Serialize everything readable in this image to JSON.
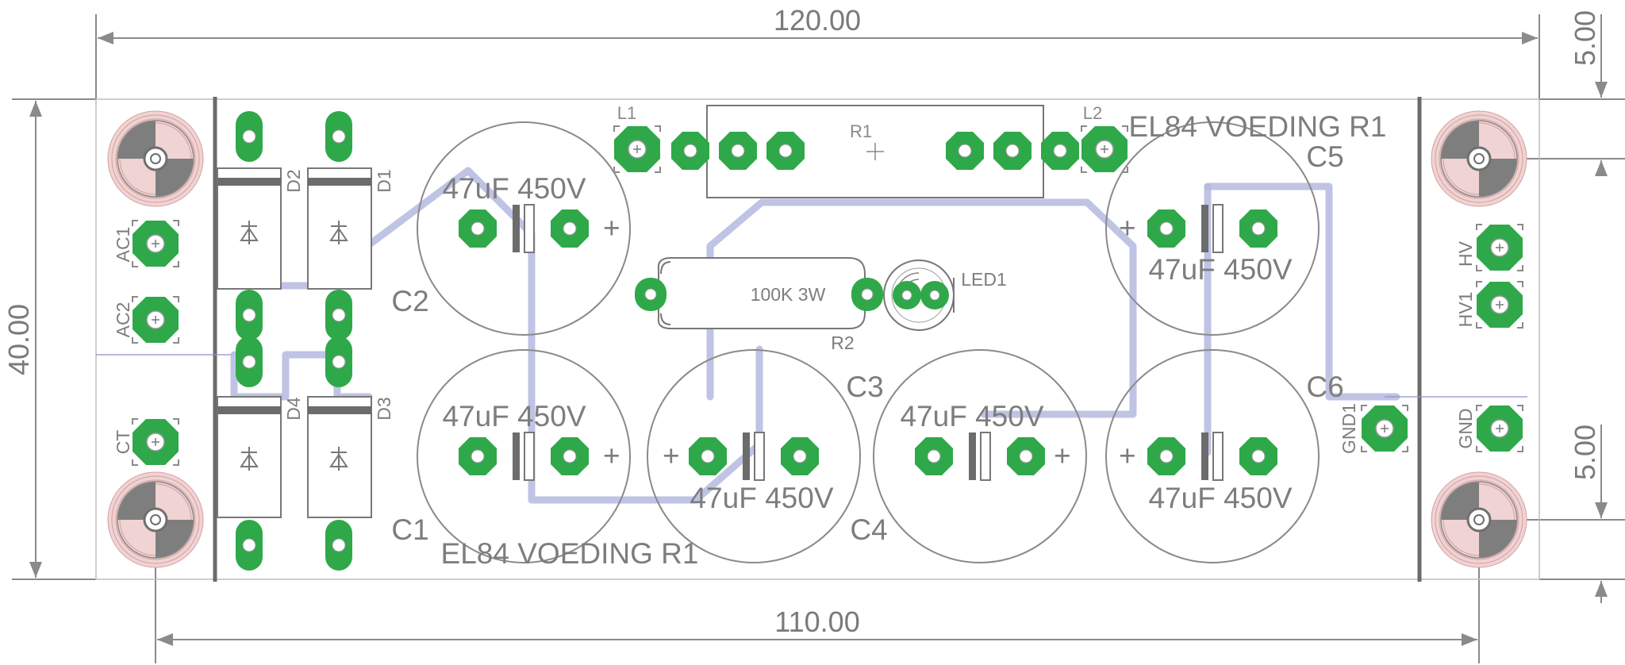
{
  "dimensions": {
    "width_top": "120.00",
    "width_bottom": "110.00",
    "height_left": "40.00",
    "margin_top_right": "5.00",
    "margin_bottom_right": "5.00"
  },
  "board_labels": {
    "title_top_right": "EL84 VOEDING R1",
    "title_bottom": "EL84 VOEDING R1"
  },
  "components": {
    "C1": {
      "ref": "C1",
      "value": "47uF 450V"
    },
    "C2": {
      "ref": "C2",
      "value": "47uF 450V"
    },
    "C3": {
      "ref": "C3",
      "value": "47uF 450V"
    },
    "C4": {
      "ref": "C4",
      "value": "47uF 450V"
    },
    "C5": {
      "ref": "C5",
      "value": "47uF 450V"
    },
    "C6": {
      "ref": "C6",
      "value": "47uF 450V"
    },
    "R1": {
      "ref": "R1"
    },
    "R2": {
      "ref": "R2",
      "value": "100K 3W"
    },
    "L1": {
      "ref": "L1"
    },
    "L2": {
      "ref": "L2"
    },
    "LED1": {
      "ref": "LED1"
    },
    "D1": {
      "ref": "D1"
    },
    "D2": {
      "ref": "D2"
    },
    "D3": {
      "ref": "D3"
    },
    "D4": {
      "ref": "D4"
    }
  },
  "connectors": {
    "AC1": "AC1",
    "AC2": "AC2",
    "CT": "CT",
    "HV": "HV",
    "HV1": "HV1",
    "GND": "GND",
    "GND1": "GND1"
  },
  "colors": {
    "pad": "#2fa84a",
    "trace": "#b4b8df",
    "silkscreen": "#7d7d7d",
    "mounting_hole_ring": "#e8b7b7"
  }
}
